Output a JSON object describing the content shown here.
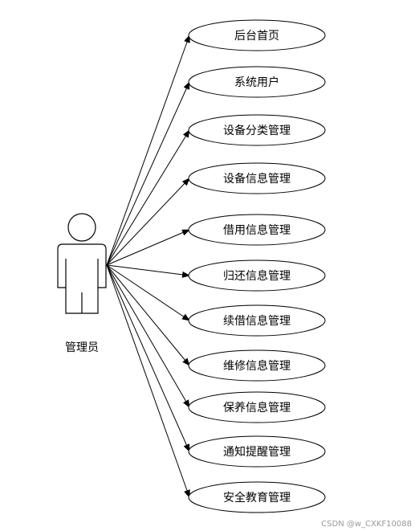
{
  "actor": {
    "label": "管理员"
  },
  "use_cases": [
    {
      "label": "后台首页"
    },
    {
      "label": "系统用户"
    },
    {
      "label": "设备分类管理"
    },
    {
      "label": "设备信息管理"
    },
    {
      "label": "借用信息管理"
    },
    {
      "label": "归还信息管理"
    },
    {
      "label": "续借信息管理"
    },
    {
      "label": "维修信息管理"
    },
    {
      "label": "保养信息管理"
    },
    {
      "label": "通知提醒管理"
    },
    {
      "label": "安全教育管理"
    }
  ],
  "watermark": "CSDN @w_CXKF10088"
}
